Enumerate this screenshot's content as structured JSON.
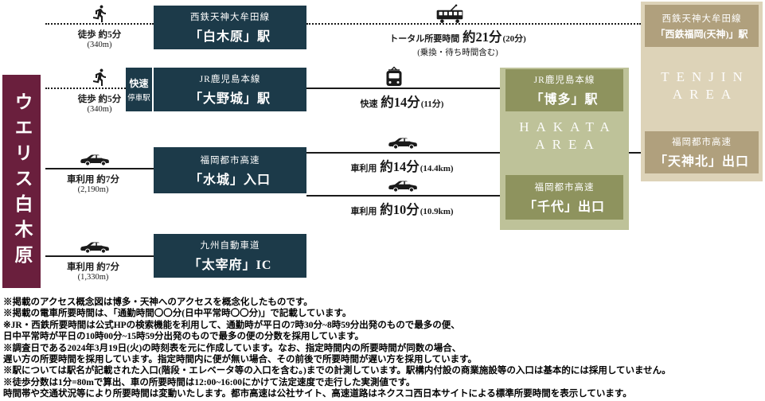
{
  "start": {
    "name": "ウエリス白木原"
  },
  "rows": {
    "r1": {
      "walk": {
        "label": "徒歩 約5分",
        "distance": "(340m)"
      },
      "station": {
        "line": "西鉄天神大牟田線",
        "name": "「白木原」駅"
      },
      "ride": {
        "prefix": "トータル所要時間",
        "time": "約21分",
        "paren": "(20分)",
        "note": "(乗換・待ち時間含む)"
      }
    },
    "r2": {
      "walk": {
        "label": "徒歩 約5分",
        "distance": "(340m)"
      },
      "badge": {
        "line1": "快速",
        "line2": "停車駅"
      },
      "station": {
        "line": "JR鹿児島本線",
        "name": "「大野城」駅"
      },
      "ride": {
        "prefix": "快速",
        "time": "約14分",
        "paren": "(11分)"
      }
    },
    "r3": {
      "car": {
        "label": "車利用 約7分",
        "distance": "(2,190m)"
      },
      "station": {
        "line": "福岡都市高速",
        "name": "「水城」入口"
      },
      "branch_top": {
        "prefix": "車利用",
        "time": "約14分",
        "paren": "(14.4km)"
      },
      "branch_bottom": {
        "prefix": "車利用",
        "time": "約10分",
        "paren": "(10.9km)"
      }
    },
    "r4": {
      "car": {
        "label": "車利用 約7分",
        "distance": "(1,330m)"
      },
      "station": {
        "line": "九州自動車道",
        "name": "「太宰府」IC"
      }
    }
  },
  "hakata": {
    "area_line1": "HAKATA",
    "area_line2": "AREA",
    "station": {
      "line": "JR鹿児島本線",
      "name": "「博多」駅"
    },
    "exit": {
      "line": "福岡都市高速",
      "name": "「千代」出口"
    }
  },
  "tenjin": {
    "area_line1": "TENJIN",
    "area_line2": "AREA",
    "station": {
      "line": "西鉄天神大牟田線",
      "name": "「西鉄福岡(天神)」駅"
    },
    "exit": {
      "line": "福岡都市高速",
      "name": "「天神北」出口"
    }
  },
  "notes": [
    "※掲載のアクセス概念図は博多・天神へのアクセスを概念化したものです。",
    "※掲載の電車所要時間は、「通勤時間〇〇分(日中平常時〇〇分)」で記載しています。",
    "※JR・西鉄所要時間は公式HPの検索機能を利用して、通勤時が平日の7時30分~8時59分出発のもので最多の便、",
    "日中平常時が平日の10時00分~15時59分出発のもので最多の便の分数を採用しています。",
    "※調査日である2024年3月19日(火)の時刻表を元に作成しています。なお、指定時間内の所要時間が同数の場合、",
    "遅い方の所要時間を採用しています。指定時間内に便が無い場合、その前後で所要時間が遅い方を採用しています。",
    "※駅については駅名が記載された入口(階段・エレベータ等の入口を含む。)までの計測しています。駅構内付設の商業施設等の入口は基本的には採用していません。",
    "※徒歩分数は1分=80mで算出、車の所要時間は12:00~16:00にかけて法定速度で走行した実測値です。",
    "時間帯や交通状況等により所要時間は変動いたします。都市高速は公社サイト、高速道路はネクスコ西日本サイトによる標準所要時間を表示しています。"
  ],
  "colors": {
    "maroon": "#6a1f3d",
    "teal": "#1c3a49",
    "olive": "#8e935e",
    "olive_light": "#bec299",
    "tan": "#b0a07d",
    "beige_light": "#ddd3b8",
    "line": "#1a1a1a"
  }
}
